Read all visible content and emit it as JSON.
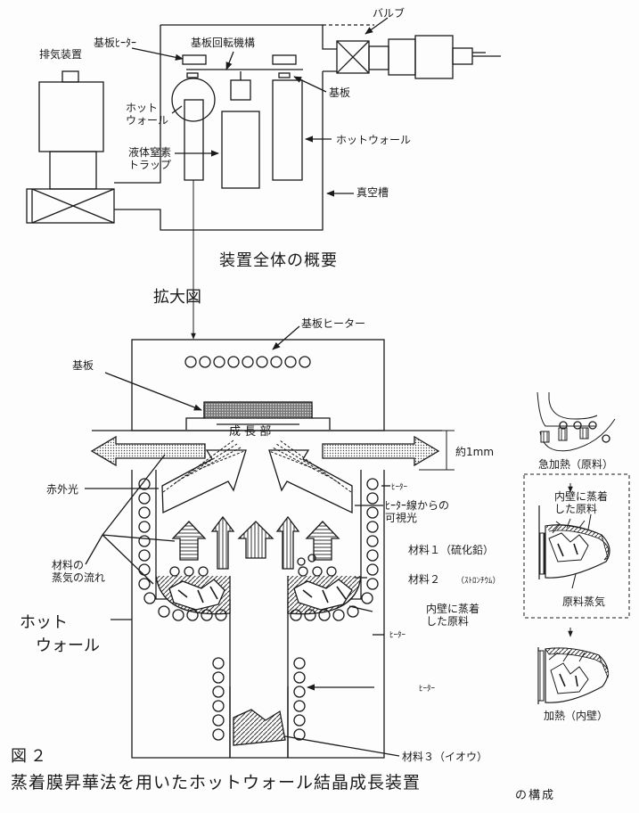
{
  "overview": {
    "title": "装置全体の概要",
    "labels": {
      "exhaust": "排気装置",
      "substrate_heater": "基板ﾋｰﾀｰ",
      "rotation": "基板回転機構",
      "valve": "バルブ",
      "substrate": "基板",
      "hot_wall_left": "ホット\nウォール",
      "ln2_trap": "液体窒素\nトラップ",
      "hot_wall_right": "ホットウォール",
      "vacuum_chamber": "真空槽"
    }
  },
  "enlarged": {
    "title": "拡大図",
    "labels": {
      "substrate_heater": "基板ヒーター",
      "substrate": "基板",
      "growth_zone": "成 長 部",
      "gap": "約1mm",
      "infrared": "赤外光",
      "heater_top": "ﾋｰﾀｰ",
      "visible_light": "ﾋｰﾀｰ線からの\n可視光",
      "material1": "材料１（硫化鉛）",
      "material2": "材料２",
      "material2_sub": "（ｽﾄﾛﾝﾁｳﾑ）",
      "inner_wall": "内壁に蒸着\nした原料",
      "heater_mid": "ﾋｰﾀｰ",
      "heater_bottom": "ﾋｰﾀｰ",
      "vapor_flow": "材料の\n蒸気の流れ",
      "hot_wall": "ホット\n　ウォール",
      "material3": "材料３（イオウ）"
    }
  },
  "side": {
    "rapid_heating": "急加熱（原料）",
    "inner_wall_material": "内壁に蒸着\nした原料",
    "material_vapor": "原料蒸気",
    "heating_inner": "加熱（内壁）"
  },
  "figure": {
    "number": "図２",
    "caption_line1": "蒸着膜昇華法を用いたホットウォール結晶成長装置",
    "caption_line2": "の構成"
  }
}
